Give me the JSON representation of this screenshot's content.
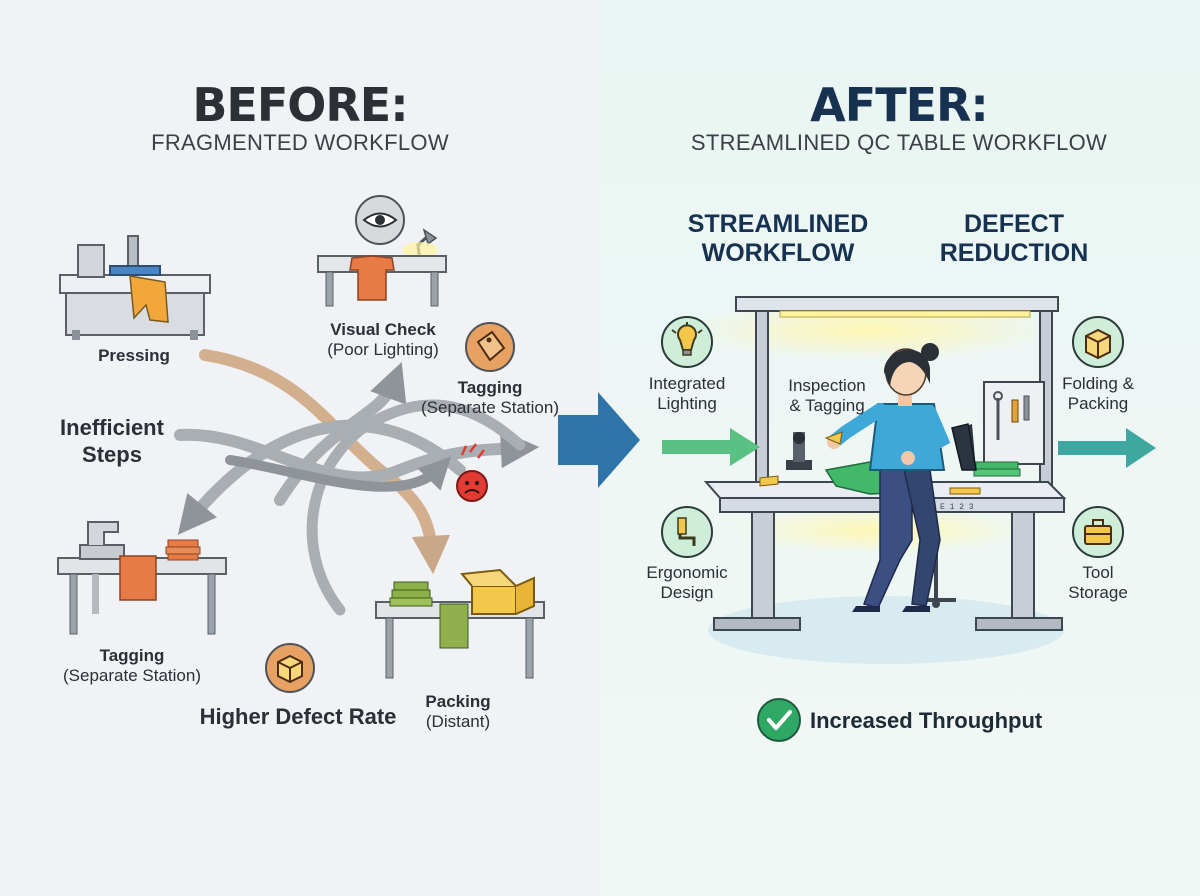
{
  "before": {
    "title": "BEFORE:",
    "subtitle": "FRAGMENTED WORKFLOW",
    "pressing": "Pressing",
    "visual_check": "Visual Check",
    "visual_check_note": "(Poor Lighting)",
    "tagging_top": "Tagging",
    "tagging_top_note": "(Separate Station)",
    "inefficient_line1": "Inefficient",
    "inefficient_line2": "Steps",
    "tagging_bottom": "Tagging",
    "tagging_bottom_note": "(Separate Station)",
    "packing": "Packing",
    "packing_note": "(Distant)",
    "defect": "Higher Defect Rate"
  },
  "after": {
    "title": "AFTER:",
    "subtitle": "STREAMLINED QC TABLE WORKFLOW",
    "heading1_line1": "STREAMLINED",
    "heading1_line2": "WORKFLOW",
    "heading2_line1": "DEFECT",
    "heading2_line2": "REDUCTION",
    "integrated_line1": "Integrated",
    "integrated_line2": "Lighting",
    "inspection_line1": "Inspection",
    "inspection_line2": "& Tagging",
    "folding_line1": "Folding &",
    "folding_line2": "Packing",
    "ergonomic_line1": "Ergonomic",
    "ergonomic_line2": "Design",
    "tool_line1": "Tool",
    "tool_line2": "Storage",
    "table_code": "E 1 2 3",
    "throughput": "Increased Throughput"
  },
  "colors": {
    "before_bg": "#f1f2f5",
    "after_bg": "#eaf5f3",
    "navy": "#173250",
    "green_accent": "#2fa866",
    "blue_arrow": "#2f74a8",
    "teal_arrow": "#3ea7a0",
    "orange": "#e07a45",
    "defect_red": "#e23b33"
  },
  "icons": [
    "eye-icon",
    "lamp-icon",
    "tag-icon",
    "alert-icon",
    "box-icon",
    "lightbulb-icon",
    "chair-icon",
    "toolbox-icon",
    "check-icon"
  ]
}
